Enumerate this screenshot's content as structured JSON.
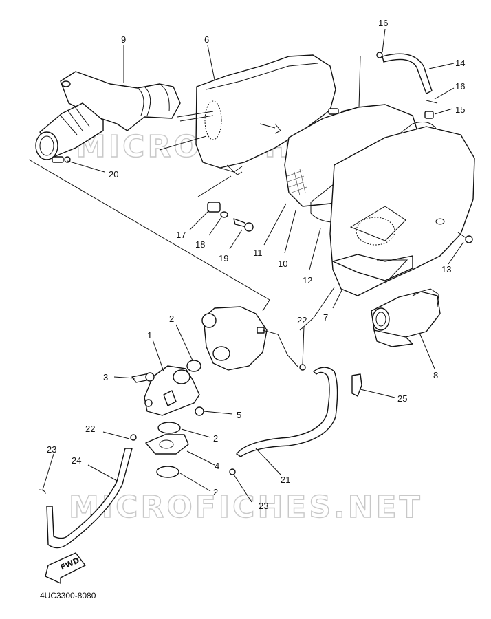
{
  "diagram": {
    "code": "4UC3300-8080",
    "watermark": "MICROFICHES.NET",
    "fwd_label": "FWD",
    "callouts": [
      {
        "id": "9",
        "label": "9"
      },
      {
        "id": "6",
        "label": "6"
      },
      {
        "id": "16a",
        "label": "16"
      },
      {
        "id": "14",
        "label": "14"
      },
      {
        "id": "16b",
        "label": "16"
      },
      {
        "id": "15",
        "label": "15"
      },
      {
        "id": "20",
        "label": "20"
      },
      {
        "id": "17",
        "label": "17"
      },
      {
        "id": "18",
        "label": "18"
      },
      {
        "id": "19",
        "label": "19"
      },
      {
        "id": "11",
        "label": "11"
      },
      {
        "id": "10",
        "label": "10"
      },
      {
        "id": "12",
        "label": "12"
      },
      {
        "id": "13",
        "label": "13"
      },
      {
        "id": "7",
        "label": "7"
      },
      {
        "id": "8",
        "label": "8"
      },
      {
        "id": "2a",
        "label": "2"
      },
      {
        "id": "22a",
        "label": "22"
      },
      {
        "id": "1",
        "label": "1"
      },
      {
        "id": "3",
        "label": "3"
      },
      {
        "id": "5",
        "label": "5"
      },
      {
        "id": "25",
        "label": "25"
      },
      {
        "id": "22b",
        "label": "22"
      },
      {
        "id": "2b",
        "label": "2"
      },
      {
        "id": "23a",
        "label": "23"
      },
      {
        "id": "24",
        "label": "24"
      },
      {
        "id": "4",
        "label": "4"
      },
      {
        "id": "21",
        "label": "21"
      },
      {
        "id": "2c",
        "label": "2"
      },
      {
        "id": "23b",
        "label": "23"
      }
    ]
  }
}
